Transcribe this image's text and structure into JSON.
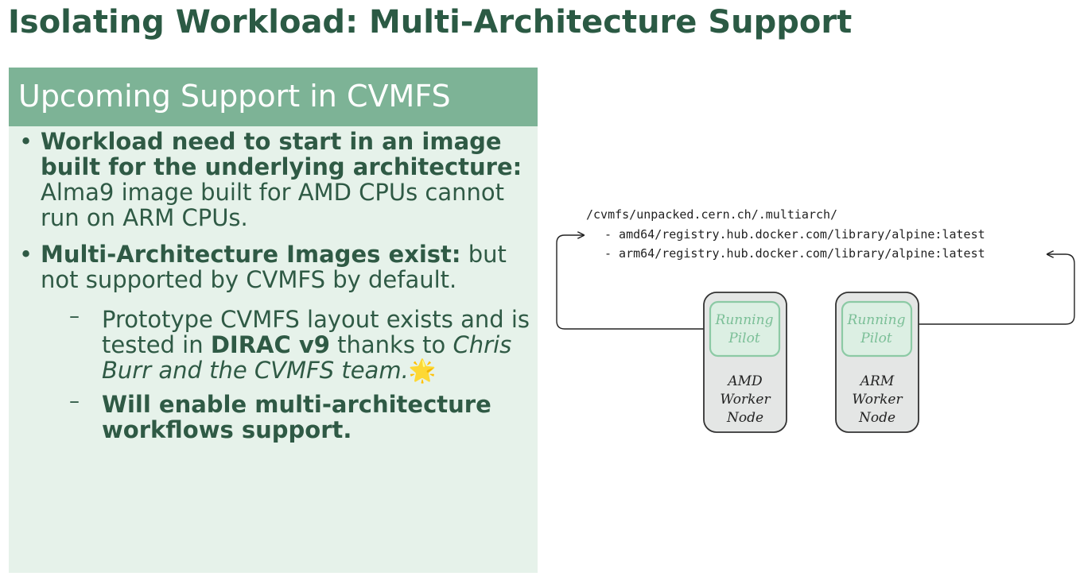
{
  "slide": {
    "title": "Isolating Workload: Multi-Architecture Support",
    "panel_title": "Upcoming Support in CVMFS",
    "bullet1": {
      "bold": "Workload need to start in an image built for the underlying architecture:",
      "text": " Alma9 image built for AMD CPUs cannot run on ARM CPUs."
    },
    "bullet2": {
      "bold": "Multi-Architecture Images exist:",
      "text": " but not supported by CVMFS by default."
    },
    "sub1": {
      "text1": "Prototype CVMFS layout exists and is tested in ",
      "bold": "DIRAC v9",
      "text2": " thanks to ",
      "italic": "Chris Burr and the CVMFS team.",
      "star": "🌟"
    },
    "sub2": {
      "bold": "Will enable multi-architecture workflows support."
    }
  },
  "diagram": {
    "path_root": "/cvmfs/unpacked.cern.ch/.multiarch/",
    "path_amd": "- amd64/registry.hub.docker.com/library/alpine:latest",
    "path_arm": "- arm64/registry.hub.docker.com/library/alpine:latest",
    "nodes": [
      {
        "pilot_line1": "Running",
        "pilot_line2": "Pilot",
        "node_line1": "AMD",
        "node_line2": "Worker",
        "node_line3": "Node"
      },
      {
        "pilot_line1": "Running",
        "pilot_line2": "Pilot",
        "node_line1": "ARM",
        "node_line2": "Worker",
        "node_line3": "Node"
      }
    ]
  },
  "colors": {
    "title": "#2b5a44",
    "panel_header": "#7db396",
    "panel_body": "#e6f2ea",
    "pilot_fill": "#dcefe3",
    "pilot_stroke": "#8ccaa5",
    "node_fill": "#e4e6e5"
  }
}
